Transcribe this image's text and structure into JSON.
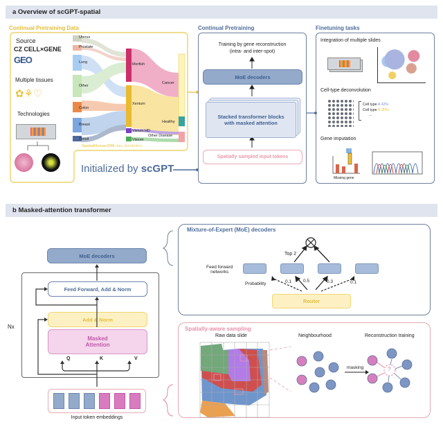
{
  "panel_a": {
    "header": "a  Overview of scGPT-spatial",
    "data_section": {
      "title": "Continual Pretraining Data",
      "source_label": "Source",
      "source_logos": [
        "CZ CELL×GENE",
        "GEO"
      ],
      "tissues_label": "Multiple tissues",
      "technologies_label": "Technologies",
      "sankey_caption_bold": "SpatialHuman30M",
      "sankey_caption": " data distribution",
      "sankey_tissues": [
        "Uterus",
        "Prostate",
        "Lung",
        "Other",
        "Colon",
        "Breast",
        "Tonsil"
      ],
      "sankey_technologies": [
        "Merfish",
        "Xenium",
        "Visium HD",
        "Visium"
      ],
      "sankey_conditions": [
        "Cancer",
        "Healthy",
        "Other Disease"
      ]
    },
    "initialized": {
      "prefix": "Initialized by ",
      "model": "scGPT"
    },
    "pretraining": {
      "title": "Continual Pretraining",
      "objective_line1": "Training by gene reconstruction",
      "objective_line2": "(intra- and inter-spot)",
      "decoders": "MoE decoders",
      "blocks_line1": "Stacked transformer blocks",
      "blocks_line2": "with masked attention",
      "input": "Spatially sampled input tokens"
    },
    "finetuning": {
      "title": "Finetuning tasks",
      "task1": "Integration of multiple slides",
      "task2": "Cell-type deconvolution",
      "celltype_a": "Cell type ",
      "celltype_a_val": "A 42%",
      "celltype_b": "Cell type ",
      "celltype_b_val": "B 30%",
      "ellipsis": "...",
      "task3": "Gene imputation",
      "missing_gene": "Missing gene"
    }
  },
  "panel_b": {
    "header": "b  Masked-attention transformer",
    "decoders": "MoE decoders",
    "ffn": "Feed Forward, Add & Norm",
    "add_norm": "Add & Norm",
    "attention_line1": "Masked",
    "attention_line2": "Attention",
    "q": "Q",
    "k": "K",
    "v": "V",
    "nx": "Nx",
    "embeddings": "Input token embeddings",
    "moe": {
      "title": "Mixture-of-Expert (MoE) decoders",
      "top2": "Top 2",
      "ffn_label_1": "Feed forward",
      "ffn_label_2": "networks",
      "probability": "Probability",
      "probs": [
        "0.1",
        "0.5",
        "0.3",
        "0.1"
      ],
      "router": "Router"
    },
    "sampling": {
      "title": "Spatially-aware sampling",
      "raw": "Raw data slide",
      "neighbourhood": "Neighbourhood",
      "reconstruction": "Reconstruction training",
      "masking": "masking",
      "question": "?"
    }
  },
  "colors": {
    "yellow": "#e8c33a",
    "blue": "#4c6b9a",
    "pink": "#e07a9a",
    "box_blue": "#93aacb"
  }
}
